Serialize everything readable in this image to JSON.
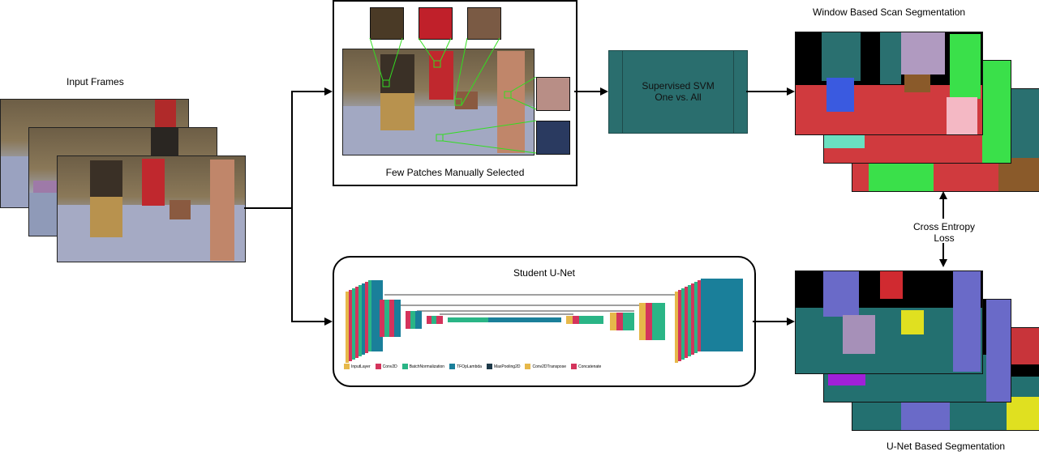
{
  "labels": {
    "input_frames": "Input Frames",
    "few_patches": "Few Patches Manually Selected",
    "svm_line1": "Supervised SVM",
    "svm_line2": "One vs. All",
    "window_seg": "Window Based Scan Segmentation",
    "student_unet": "Student U-Net",
    "cross_entropy_line1": "Cross Entropy",
    "cross_entropy_line2": "Loss",
    "unet_seg": "U-Net Based Segmentation"
  },
  "unet_legend": [
    {
      "name": "InputLayer",
      "color": "#e6b84a"
    },
    {
      "name": "Conv2D",
      "color": "#d4345c"
    },
    {
      "name": "BatchNormalization",
      "color": "#2ab586"
    },
    {
      "name": "TFOpLambda",
      "color": "#1a7f9a"
    },
    {
      "name": "MaxPooling2D",
      "color": "#1e3a4a"
    },
    {
      "name": "Conv2DTranspose",
      "color": "#e6b84a"
    },
    {
      "name": "Concatenate",
      "color": "#d4345c"
    }
  ],
  "colors": {
    "svm_box": "#2a6e6e",
    "seg_red": "#d03a3e",
    "seg_green": "#3ae04a",
    "seg_teal": "#2a7070",
    "seg_blue": "#3a5ae0",
    "seg_lavender": "#b09ac0",
    "seg_pink": "#f4b8c4",
    "unet_teal": "#237070",
    "unet_slate": "#6a6ac8",
    "unet_mauve": "#a690b8",
    "unet_red": "#d02a30",
    "unet_yellow": "#e0e020",
    "unet_magenta": "#c820d8",
    "patch_outline": "#33dd22"
  }
}
